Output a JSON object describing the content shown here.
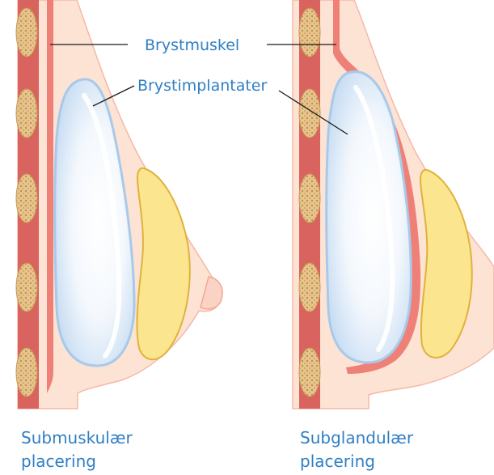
{
  "labels": {
    "muscle": "Brystmuskel",
    "implants": "Brystimplantater"
  },
  "captions": {
    "left": {
      "line1": "Submuskulær",
      "line2": "placering"
    },
    "right": {
      "line1": "Subglandulær",
      "line2": "placering"
    }
  },
  "colors": {
    "label_text": "#2f7fc4",
    "skin": "#fde3d4",
    "skin_outline": "#f09a8c",
    "muscle": "#ef8078",
    "rib_muscle": "#d9635e",
    "fat_gland": "#fbe58e",
    "fat_outline": "#e0b23c",
    "implant": "#cfe0f3",
    "implant_outline": "#a9c9ea",
    "rib_nodule": "#d9b37a"
  }
}
